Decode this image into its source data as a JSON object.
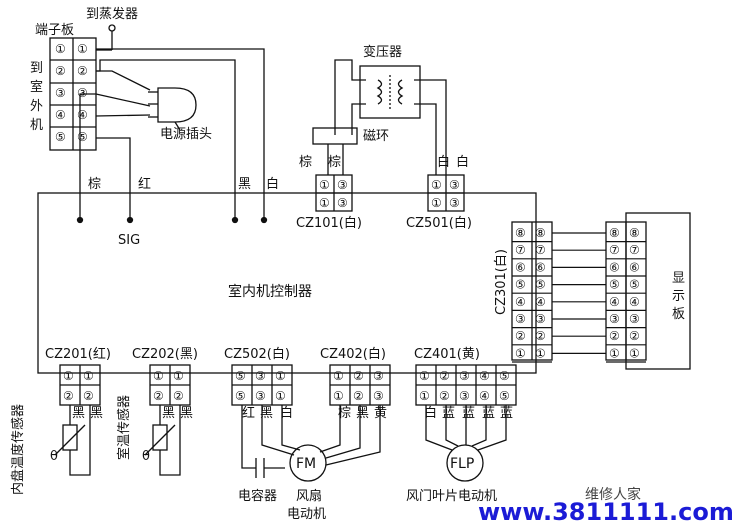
{
  "labels": {
    "evaporator": "到蒸发器",
    "terminal_board": "端子板",
    "outdoor": [
      "到",
      "室",
      "外",
      "机"
    ],
    "plug": "电源插头",
    "transformer": "变压器",
    "ring": "磁环",
    "brown": "棕",
    "red": "红",
    "black": "黑",
    "white": "白",
    "sig": "SIG",
    "controller": "室内机控制器",
    "display": [
      "显",
      "示",
      "板"
    ],
    "cz101": "CZ101(白)",
    "cz501": "CZ501(白)",
    "cz301": "CZ301(白)",
    "cz201": "CZ201(红)",
    "cz202": "CZ202(黑)",
    "cz502": "CZ502(白)",
    "cz402": "CZ402(白)",
    "cz401": "CZ401(黄)",
    "sensor1": "内盘温度传感器",
    "sensor2": "室温传感器",
    "theta": "θ",
    "fm": "FM",
    "flp": "FLP",
    "capacitor": "电容器",
    "fan_motor": [
      "风扇",
      "电动机"
    ],
    "louver_motor": "风门叶片电动机",
    "wire_colors_cz201": [
      "黑",
      "黑"
    ],
    "wire_colors_cz202": [
      "黑",
      "黑"
    ],
    "wire_colors_cz502": [
      "红",
      "黑",
      "白"
    ],
    "wire_colors_cz402": [
      "棕",
      "黑",
      "黄"
    ],
    "wire_colors_cz401": [
      "白",
      "蓝",
      "蓝",
      "蓝",
      "蓝"
    ]
  },
  "pins": {
    "terminal": [
      "①",
      "②",
      "③",
      "④",
      "⑤"
    ],
    "cz301": [
      "⑧",
      "⑦",
      "⑥",
      "⑤",
      "④",
      "③",
      "②",
      "①"
    ],
    "cz101_top": [
      "①",
      "③"
    ],
    "cz101_bottom": [
      "①",
      "③"
    ],
    "cz502": [
      "⑤",
      "③",
      "①"
    ],
    "cz402": [
      "①",
      "②",
      "③"
    ],
    "cz401": [
      "①",
      "②",
      "③",
      "④",
      "⑤"
    ],
    "two": [
      "①",
      "②"
    ]
  },
  "watermark": {
    "brand": "维修人家",
    "url": "www.3811111.com"
  },
  "colors": {
    "line": "#111111",
    "watermark_blue": "#1b1bd6"
  }
}
